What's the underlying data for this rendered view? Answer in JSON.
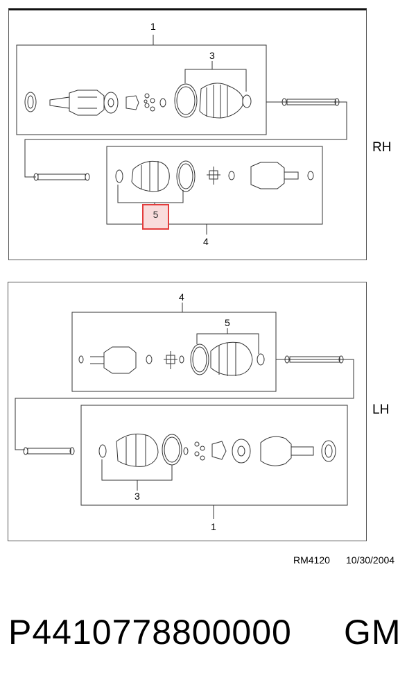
{
  "rh_panel": {
    "side_label": "RH",
    "callouts": {
      "c1": "1",
      "c3": "3",
      "c4": "4",
      "c5": "5"
    }
  },
  "lh_panel": {
    "side_label": "LH",
    "callouts": {
      "c1": "1",
      "c3": "3",
      "c4": "4",
      "c5": "5"
    }
  },
  "footer": {
    "ref_code": "RM4120",
    "date": "10/30/2004",
    "part_number": "P4410778800000",
    "brand": "GM"
  },
  "colors": {
    "highlight_border": "#e33c3c",
    "highlight_fill": "#f9dcdc"
  }
}
